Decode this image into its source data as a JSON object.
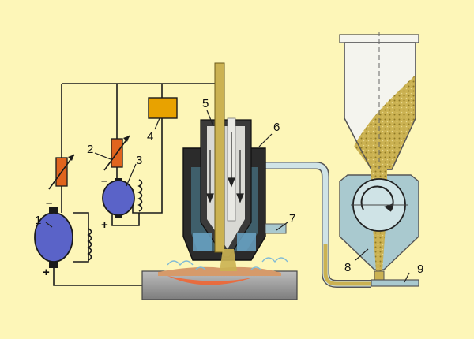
{
  "labels": {
    "l1": "1",
    "l2": "2",
    "l3": "3",
    "l4": "4",
    "l5": "5",
    "l6": "6",
    "l7": "7",
    "l8": "8",
    "l9": "9"
  },
  "signs": {
    "motor1_minus": "–",
    "motor1_plus": "+",
    "motor3_minus": "–",
    "motor3_plus": "+"
  },
  "colors": {
    "background": "#fdf6b8",
    "wire": "#1a1a1a",
    "motor": "#5a63c8",
    "resistor": "#e0641e",
    "relay": "#e8a200",
    "powder": "#cbb252",
    "hopper": "#f4f4ee",
    "feeder": "#a9c9cf",
    "torch_body": "#2b2b2b",
    "workpiece": "#909090",
    "arc": "#ff5a1e",
    "water": "#bcdbe8"
  }
}
